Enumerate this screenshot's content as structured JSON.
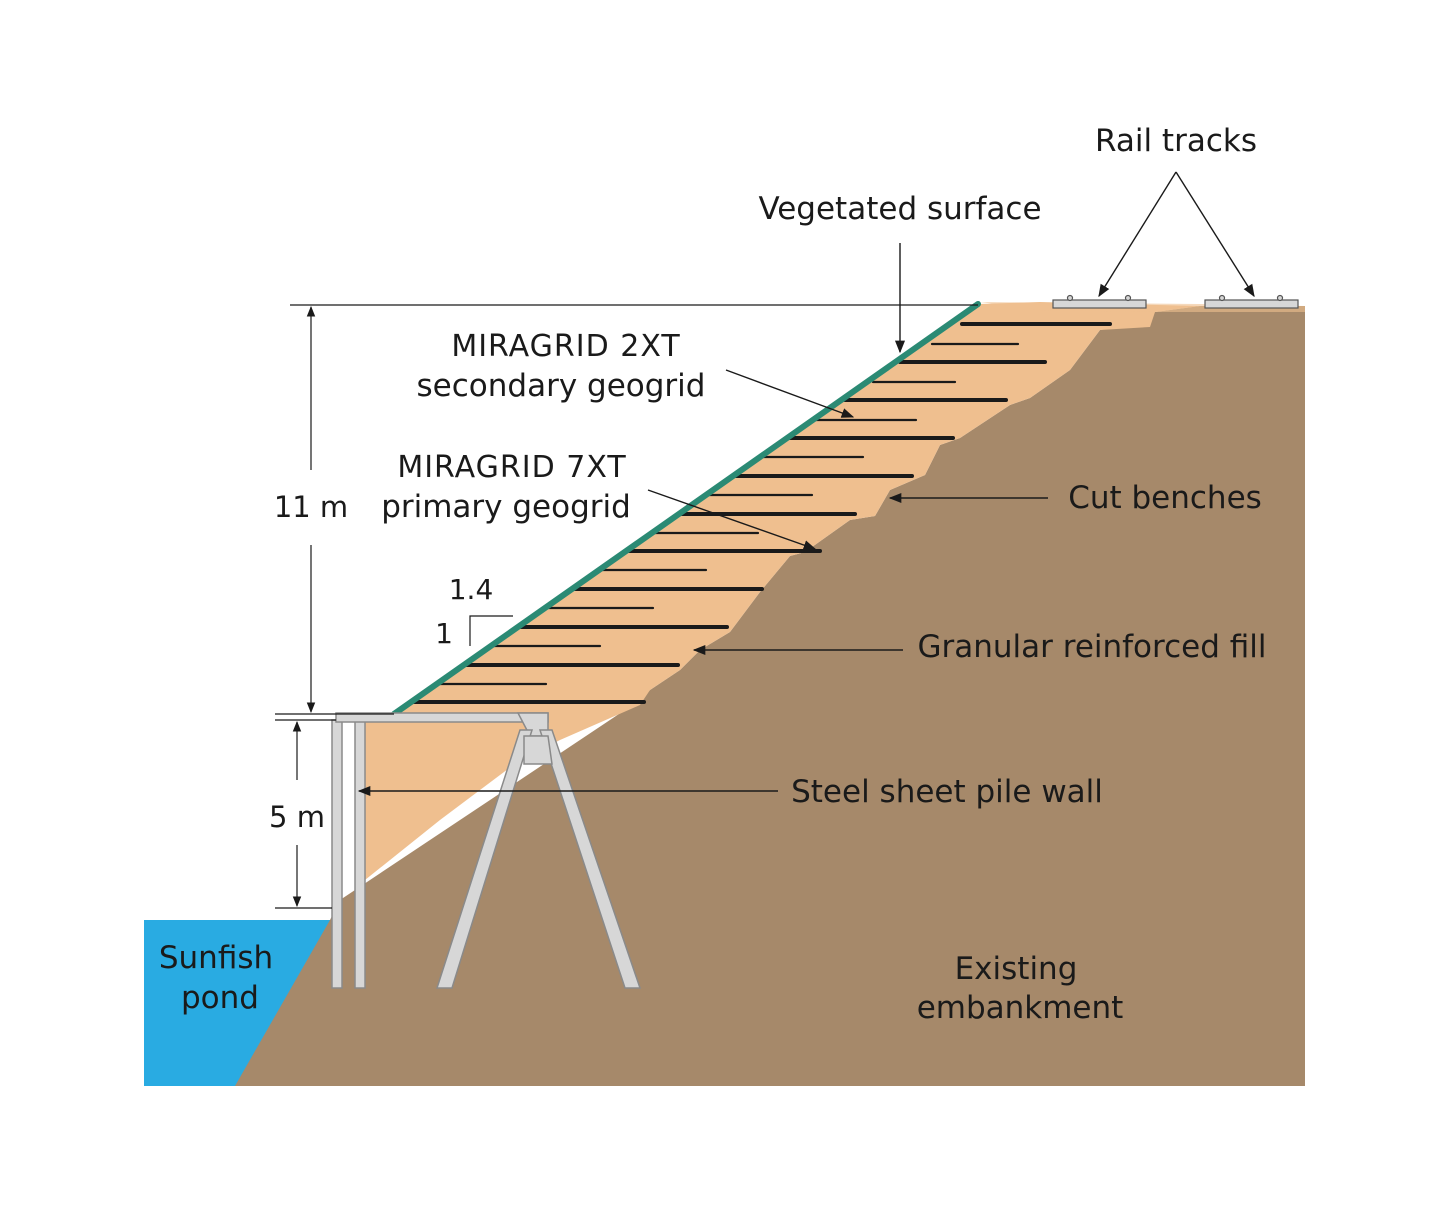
{
  "labels": {
    "rail_tracks": "Rail tracks",
    "vegetated_surface": "Vegetated surface",
    "miragrid_2xt_line1": "MIRAGRID 2XT",
    "miragrid_2xt_line2": "secondary geogrid",
    "miragrid_7xt_line1": "MIRAGRID 7XT",
    "miragrid_7xt_line2": "primary geogrid",
    "cut_benches": "Cut benches",
    "granular_fill": "Granular reinforced fill",
    "height_upper": "11 m",
    "height_lower": "5 m",
    "slope_h": "1.4",
    "slope_v": "1",
    "sheet_pile": "Steel sheet pile wall",
    "pond_line1": "Sunfish",
    "pond_line2": "pond",
    "embankment_line1": "Existing",
    "embankment_line2": "embankment"
  },
  "colors": {
    "embankment": "#a6896a",
    "fill": "#efbf8f",
    "water": "#29abe2",
    "vegetation": "#2b8a74",
    "geogrid": "#1a1a1a",
    "steel": "#d7d7d7",
    "steel_outline": "#8a8a8a"
  }
}
